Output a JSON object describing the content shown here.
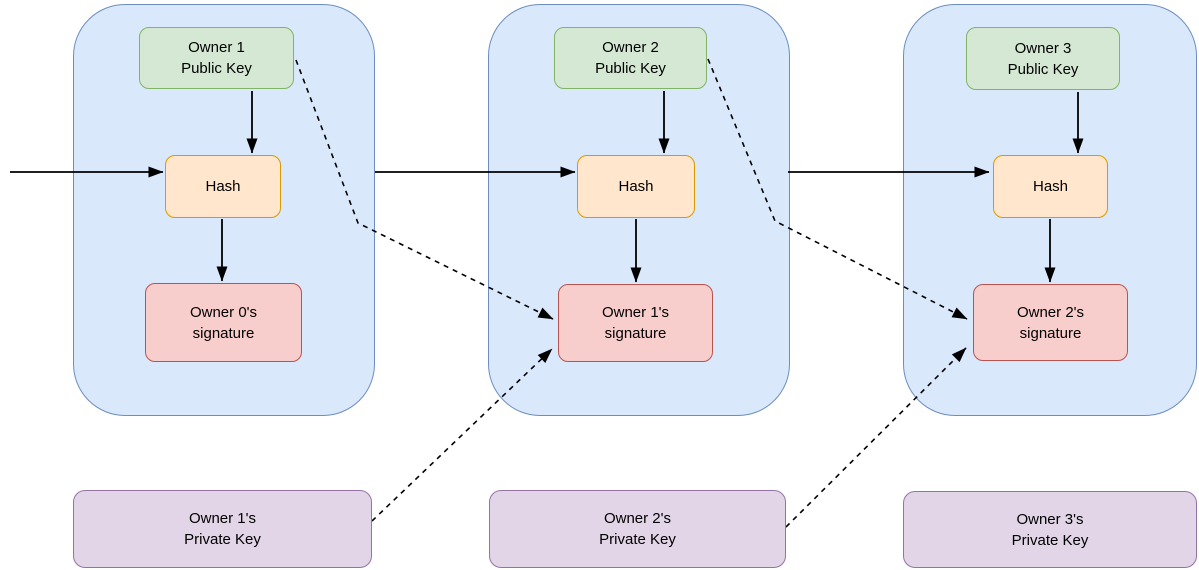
{
  "diagram_type": "bitcoin-transaction-chain",
  "colors": {
    "background": "#ffffff",
    "container_fill": "#dae8fc",
    "container_stroke": "#6c8ebf",
    "public_key_fill": "#d5e8d4",
    "public_key_stroke": "#82b366",
    "hash_fill": "#ffe6cc",
    "hash_stroke": "#d79b00",
    "signature_fill": "#f8cecc",
    "signature_stroke": "#b85450",
    "private_key_fill": "#e1d5e7",
    "private_key_stroke": "#9673a6",
    "arrow": "#000000",
    "text": "#000000"
  },
  "transactions": [
    {
      "public_key": "Owner 1\nPublic Key",
      "hash": "Hash",
      "signature": "Owner 0's\nsignature",
      "private_key": "Owner 1's\nPrivate Key"
    },
    {
      "public_key": "Owner 2\nPublic Key",
      "hash": "Hash",
      "signature": "Owner 1's\nsignature",
      "private_key": "Owner 2's\nPrivate Key"
    },
    {
      "public_key": "Owner 3\nPublic Key",
      "hash": "Hash",
      "signature": "Owner 2's\nsignature",
      "private_key": "Owner 3's\nPrivate Key"
    }
  ]
}
